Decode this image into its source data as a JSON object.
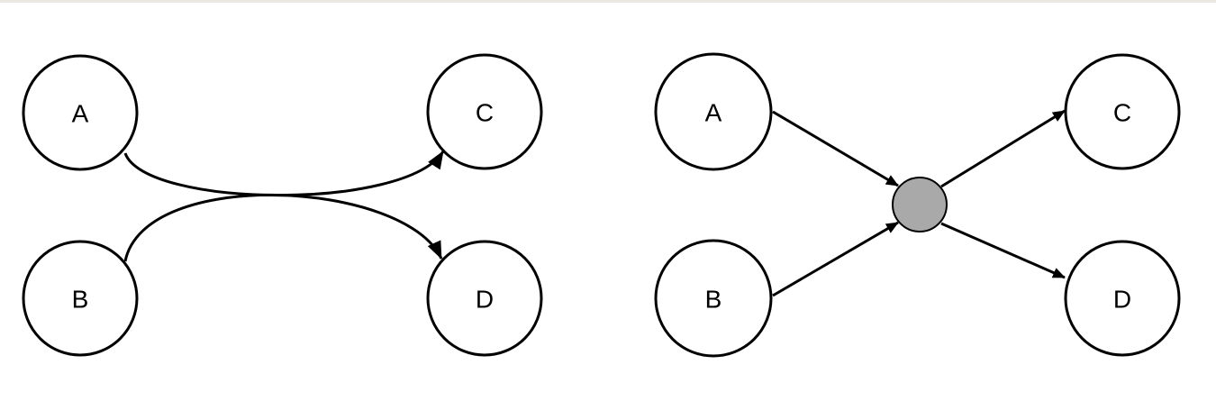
{
  "left_diagram": {
    "nodes": {
      "a": "A",
      "b": "B",
      "c": "C",
      "d": "D"
    }
  },
  "right_diagram": {
    "nodes": {
      "a": "A",
      "b": "B",
      "c": "C",
      "d": "D"
    },
    "hub_color": "#a9a9a9"
  },
  "colors": {
    "stroke": "#000000",
    "node_fill": "#ffffff",
    "background": "#ffffff"
  }
}
